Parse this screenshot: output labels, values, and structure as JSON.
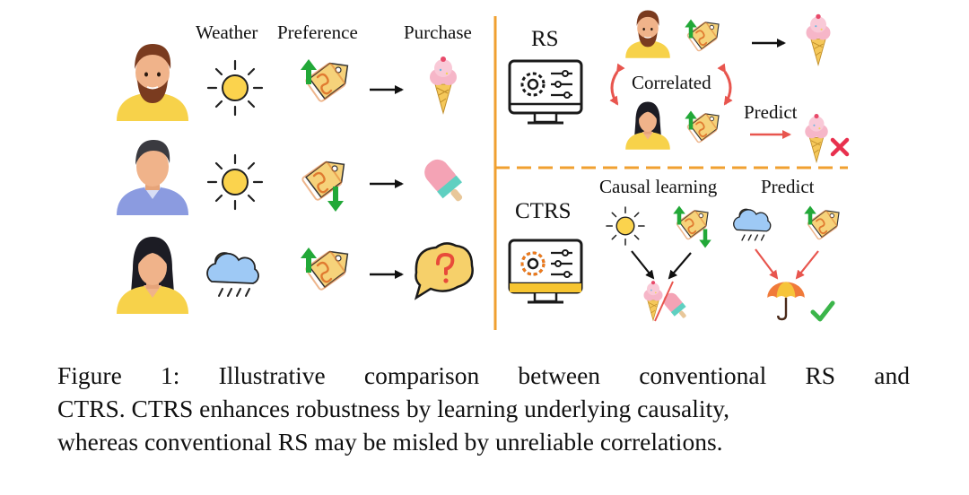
{
  "left_panel": {
    "headers": {
      "weather": "Weather",
      "preference": "Preference",
      "purchase": "Purchase"
    }
  },
  "rs_panel": {
    "title": "RS",
    "correlated_label": "Correlated",
    "predict_label": "Predict"
  },
  "ctrs_panel": {
    "title": "CTRS",
    "causal_label": "Causal learning",
    "predict_label": "Predict"
  },
  "icons": [
    "man-avatar",
    "sun-icon",
    "price-tag-up-icon",
    "ice-cream-icon",
    "man-blue-avatar",
    "price-tag-down-icon",
    "popsicle-icon",
    "woman-avatar",
    "rain-cloud-icon",
    "question-bubble-icon",
    "monitor-gear-icon",
    "cross-mark-icon",
    "check-mark-icon",
    "umbrella-icon"
  ],
  "colors": {
    "divider": "#f0a030",
    "correlated_arrows": "#e8554e",
    "predict_arrow": "#e8554e",
    "cross": "#e8304e",
    "check": "#3bb54a",
    "tag_fill": "#f6d27a",
    "tag_up_arrow": "#22a838"
  },
  "caption": {
    "line1": "Figure 1: Illustrative comparison between conventional RS and",
    "line2": "CTRS. CTRS enhances robustness by learning underlying causality,",
    "line3": "whereas conventional RS may be misled by unreliable correlations."
  }
}
